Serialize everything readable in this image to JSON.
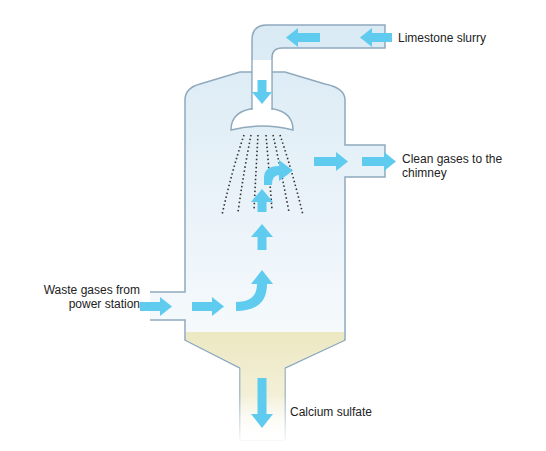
{
  "diagram": {
    "labels": [
      "Limestone slurry",
      "Clean gases to the chimney",
      "Waste gases from power station",
      "Calcium sulfate"
    ]
  }
}
